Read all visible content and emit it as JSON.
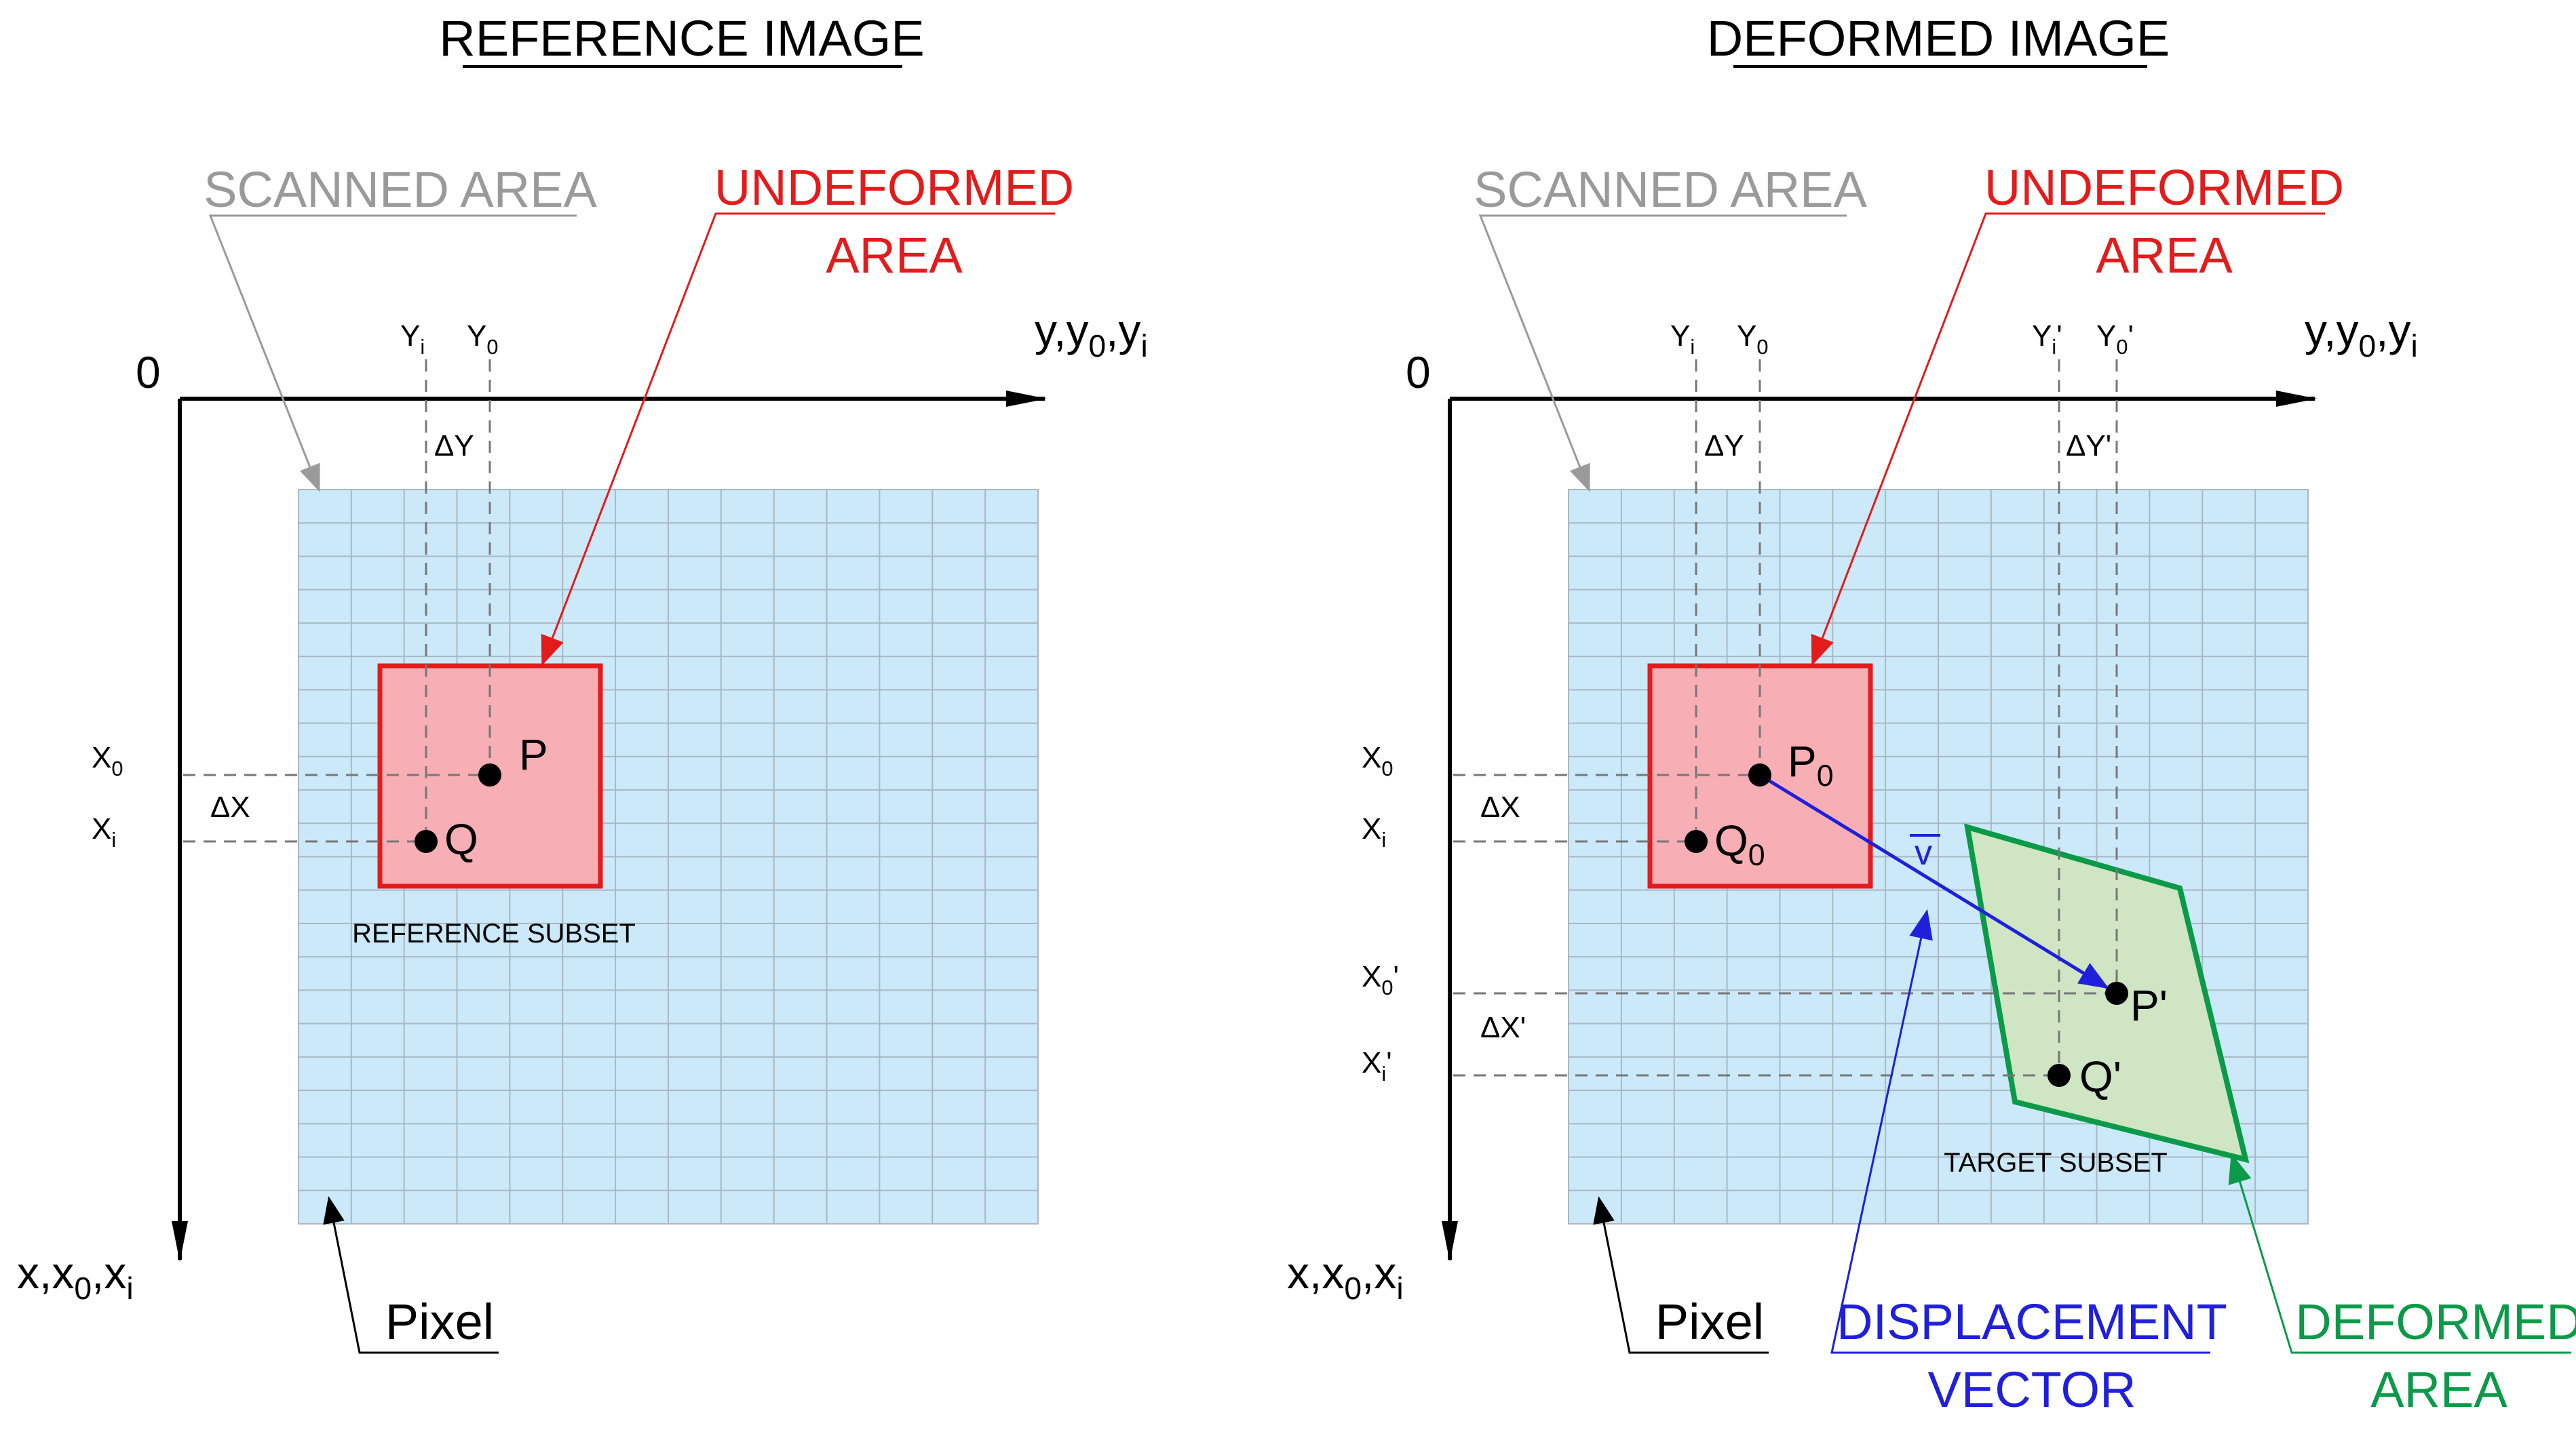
{
  "panels": {
    "reference": {
      "title": "REFERENCE IMAGE",
      "scanned_area": "SCANNED AREA",
      "undeformed_line1": "UNDEFORMED",
      "undeformed_line2": "AREA",
      "origin": "0",
      "y_axis": {
        "main": "y,y",
        "s1": "0",
        "mid": ",y",
        "s2": "i"
      },
      "x_axis": {
        "main": "x,x",
        "s1": "0",
        "mid": ",x",
        "s2": "i"
      },
      "Yi": {
        "main": "Y",
        "sub": "i"
      },
      "Y0": {
        "main": "Y",
        "sub": "0"
      },
      "dY": "ΔY",
      "X0": {
        "main": "X",
        "sub": "0"
      },
      "Xi": {
        "main": "X",
        "sub": "i"
      },
      "dX": "ΔX",
      "P": "P",
      "Q": "Q",
      "subset_label": "REFERENCE SUBSET",
      "pixel": "Pixel"
    },
    "deformed": {
      "title": "DEFORMED IMAGE",
      "scanned_area": "SCANNED AREA",
      "undeformed_line1": "UNDEFORMED",
      "undeformed_line2": "AREA",
      "origin": "0",
      "y_axis": {
        "main": "y,y",
        "s1": "0",
        "mid": ",y",
        "s2": "i"
      },
      "x_axis": {
        "main": "x,x",
        "s1": "0",
        "mid": ",x",
        "s2": "i"
      },
      "Yi": {
        "main": "Y",
        "sub": "i"
      },
      "Y0": {
        "main": "Y",
        "sub": "0"
      },
      "Yi_p": {
        "main": "Y",
        "sub": "i",
        "tail": "'"
      },
      "Y0_p": {
        "main": "Y",
        "sub": "0",
        "tail": "'"
      },
      "dY": "ΔY",
      "dY_p": "ΔY'",
      "X0": {
        "main": "X",
        "sub": "0"
      },
      "Xi": {
        "main": "X",
        "sub": "i"
      },
      "X0_p": {
        "main": "X",
        "sub": "0",
        "tail": "'"
      },
      "Xi_p": {
        "main": "X",
        "sub": "i",
        "tail": "'"
      },
      "dX": "ΔX",
      "dX_p": "ΔX'",
      "P0": {
        "main": "P",
        "sub": "0"
      },
      "Q0": {
        "main": "Q",
        "sub": "0"
      },
      "P_p": "P'",
      "Q_p": "Q'",
      "v": "v",
      "subset_label": "TARGET SUBSET",
      "pixel": "Pixel",
      "displacement_line1": "DISPLACEMENT",
      "displacement_line2": "VECTOR",
      "deformed_line1": "DEFORMED",
      "deformed_line2": "AREA"
    }
  },
  "colors": {
    "grid_fill": "#cbe9f8",
    "grid_line": "#a9b8c4",
    "subset_fill": "#f7aeb5",
    "subset_stroke": "#e31b1b",
    "target_fill": "#cfe5c4",
    "target_stroke": "#0a9a48",
    "vector": "#1f1fdc",
    "scanned_gray": "#9a9a9a"
  }
}
